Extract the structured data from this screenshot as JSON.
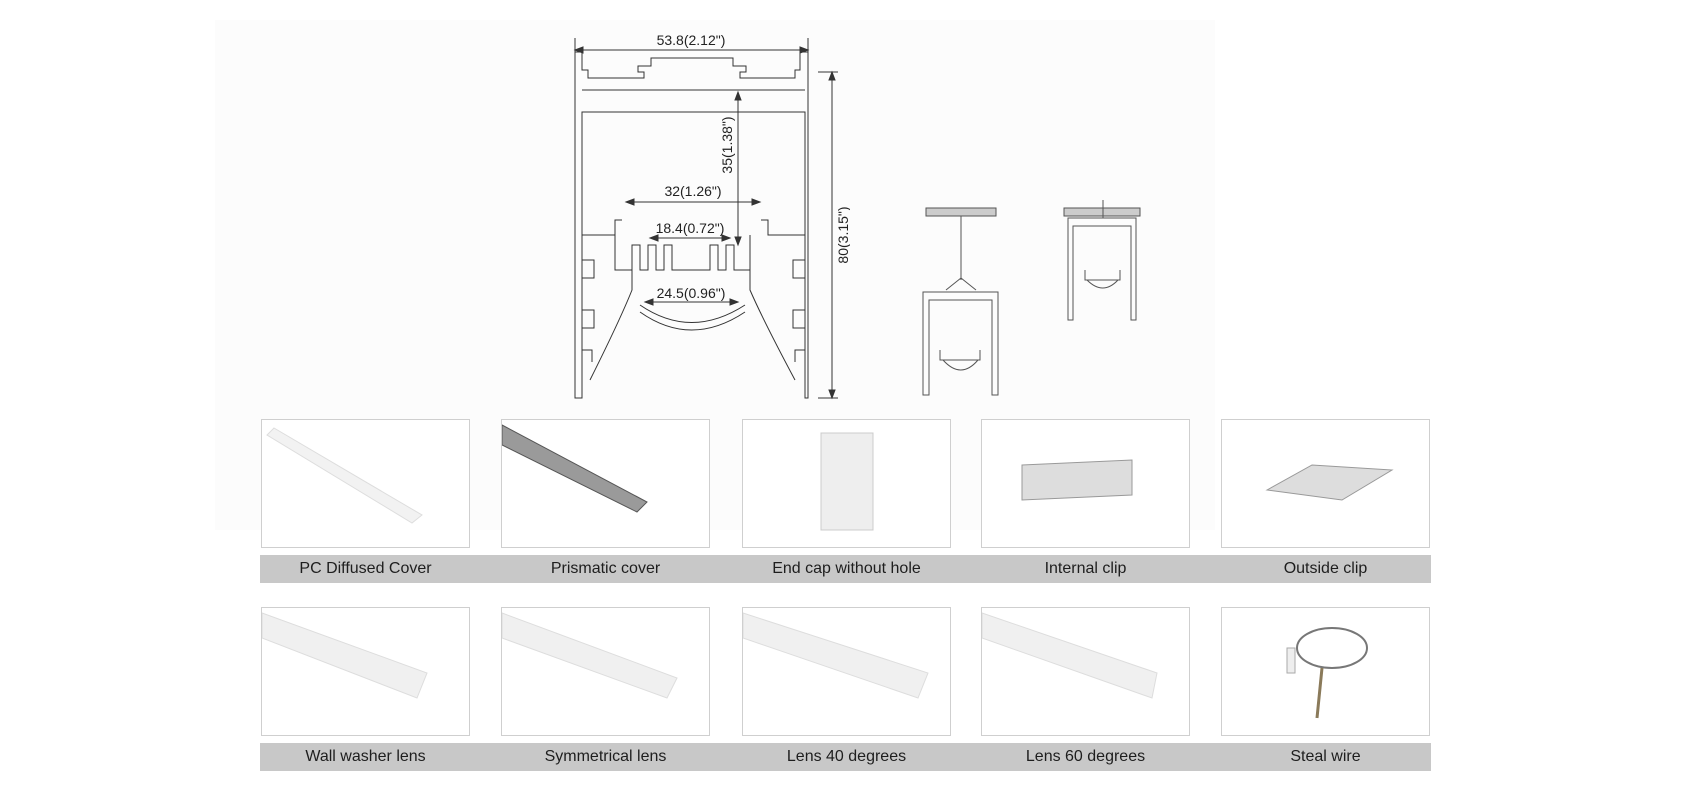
{
  "drawing": {
    "dimensions": {
      "width": "53.8(2.12\")",
      "height": "80(3.15\")",
      "inner_depth": "35(1.38\")",
      "inner_width": "32(1.26\")",
      "led_slot": "18.4(0.72\")",
      "lens_width": "24.5(0.96\")"
    }
  },
  "accessories": {
    "row1": [
      {
        "label": "PC Diffused Cover",
        "icon": "diffused-cover"
      },
      {
        "label": "Prismatic cover",
        "icon": "prismatic-cover"
      },
      {
        "label": "End cap without hole",
        "icon": "end-cap"
      },
      {
        "label": "Internal clip",
        "icon": "internal-clip"
      },
      {
        "label": "Outside clip",
        "icon": "outside-clip"
      }
    ],
    "row2": [
      {
        "label": "Wall washer lens",
        "icon": "wall-washer-lens"
      },
      {
        "label": "Symmetrical lens",
        "icon": "symmetrical-lens"
      },
      {
        "label": "Lens 40 degrees",
        "icon": "lens-40"
      },
      {
        "label": "Lens 60 degrees",
        "icon": "lens-60"
      },
      {
        "label": "Steal wire",
        "icon": "steel-wire"
      }
    ]
  }
}
